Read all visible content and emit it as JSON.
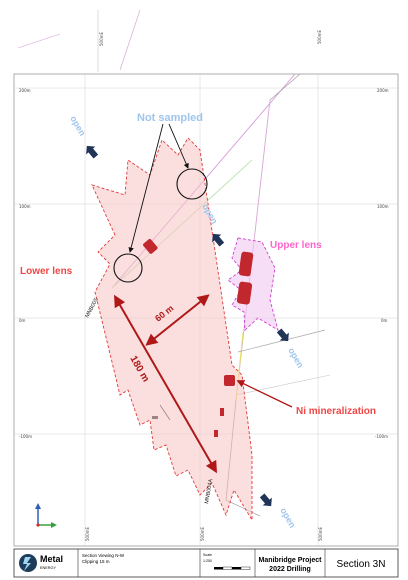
{
  "labels": {
    "not_sampled": "Not sampled",
    "upper_lens": "Upper lens",
    "lower_lens": "Lower lens",
    "ni_mineralization": "Ni mineralization",
    "open": "open",
    "width_60": "60 m",
    "length_180": "180 m"
  },
  "holes": {
    "mnb005": "MNB005",
    "mnb004a": "MNB004A"
  },
  "grid": {
    "elev_200": "200m",
    "elev_100": "100m",
    "elev_0": "0m",
    "elev_neg100": "-100m",
    "easting_a": "500mE",
    "easting_b": "500mE",
    "easting_c": "500mE"
  },
  "title_block": {
    "company": "Metal",
    "company_sub": "ENERGY",
    "viewing": "Section Viewing N-W",
    "clipping": "Clipping 15 m",
    "scale_label": "Scale",
    "scale_value": "1:250",
    "project": "Manibridge Project",
    "drilling": "2022 Drilling",
    "section": "Section 3N"
  },
  "colors": {
    "lens_fill": "#f7c5c5",
    "lens_edge": "#e23a3a",
    "upper_fill": "#f0c8f0",
    "upper_edge": "#d040d0",
    "arrow_navy": "#1f3457",
    "measure": "#b01818"
  }
}
